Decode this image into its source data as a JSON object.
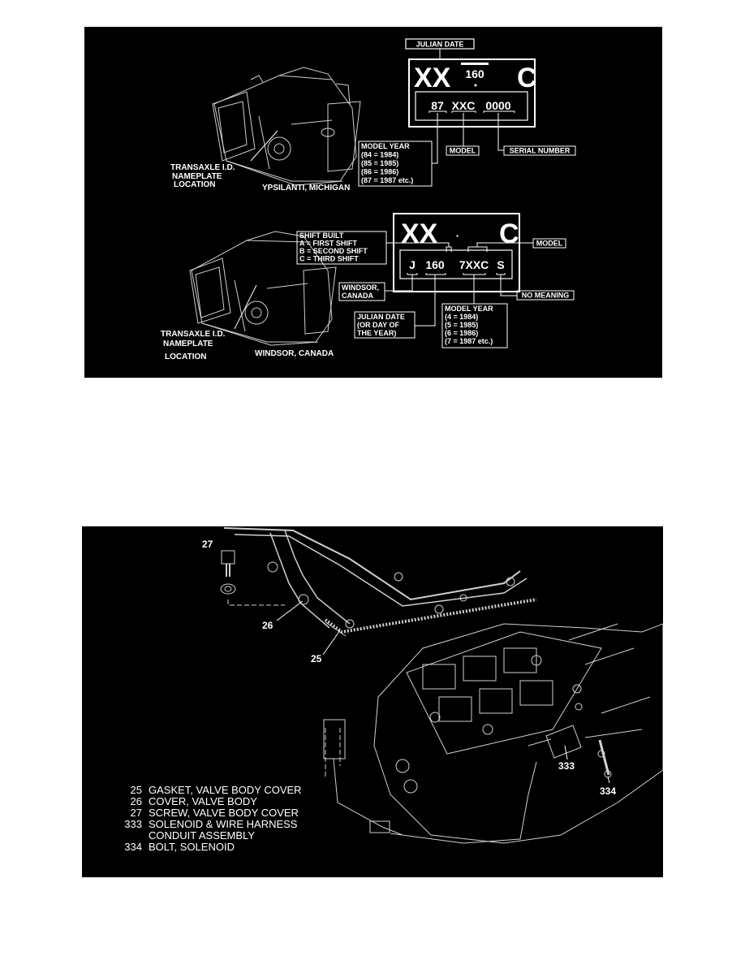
{
  "panel1": {
    "plate1": {
      "julian_date_label": "JULIAN DATE",
      "xx": "XX",
      "day": "160",
      "c": "C",
      "year": "87",
      "model": "XXC",
      "serial": "0000",
      "model_label": "MODEL",
      "serial_label": "SERIAL NUMBER",
      "model_year_lines": [
        "MODEL YEAR",
        "(84 = 1984)",
        "(85 = 1985)",
        "(86 = 1986)",
        "(87 = 1987 etc.)"
      ],
      "trans_id_lines": [
        "TRANSAXLE I.D.",
        "NAMEPLATE",
        "LOCATION"
      ],
      "location": "YPSILANTI, MICHIGAN"
    },
    "plate2": {
      "xx": "XX",
      "dot": "·",
      "c": "C",
      "j": "J",
      "day": "160",
      "model": "7XXC",
      "s": "S",
      "shift_lines": [
        "SHIFT BUILT",
        "A = FIRST SHIFT",
        "B = SECOND SHIFT",
        "C = THIRD SHIFT"
      ],
      "model_label": "MODEL",
      "windsor_lines": [
        "WINDSOR,",
        "CANADA"
      ],
      "no_meaning": "NO MEANING",
      "julian_lines": [
        "JULIAN DATE",
        "(OR DAY OF",
        "THE YEAR)"
      ],
      "model_year_lines": [
        "MODEL YEAR",
        "(4 = 1984)",
        "(5 = 1985)",
        "(6 = 1986)",
        "(7 = 1987 etc.)"
      ],
      "trans_id_lines": [
        "TRANSAXLE I.D.",
        "NAMEPLATE",
        "LOCATION"
      ],
      "location": "WINDSOR, CANADA"
    }
  },
  "panel2": {
    "callouts": {
      "c27": "27",
      "c26": "26",
      "c25": "25",
      "c333": "333",
      "c334": "334"
    },
    "legend": [
      {
        "num": "25",
        "text": "GASKET, VALVE BODY COVER"
      },
      {
        "num": "26",
        "text": "COVER, VALVE BODY"
      },
      {
        "num": "27",
        "text": "SCREW, VALVE BODY COVER"
      },
      {
        "num": "333",
        "text": "SOLENOID & WIRE HARNESS"
      },
      {
        "num": "",
        "text": "CONDUIT ASSEMBLY"
      },
      {
        "num": "334",
        "text": "BOLT, SOLENOID"
      }
    ]
  }
}
